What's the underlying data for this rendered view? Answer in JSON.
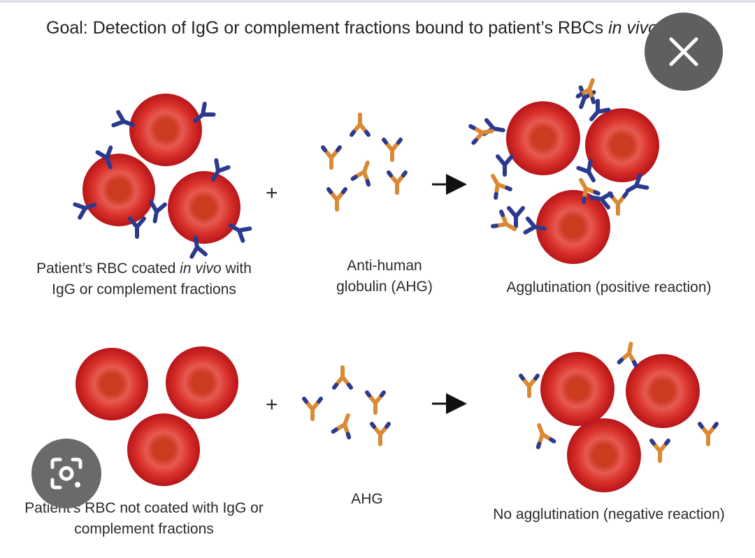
{
  "goal": {
    "prefix": "Goal: Detection of IgG or complement fractions bound to patient’s RBCs ",
    "italic": "in vivo"
  },
  "top_row": {
    "left_caption_line1_a": "Patient’s RBC coated ",
    "left_caption_line1_italic": "in vivo",
    "left_caption_line1_b": " with",
    "left_caption_line2": "IgG or complement fractions",
    "plus": "+",
    "middle_caption_line1": "Anti-human",
    "middle_caption_line2": "globulin (AHG)",
    "right_caption": "Agglutination (positive reaction)"
  },
  "bottom_row": {
    "left_caption_line1": "Patient’s RBC not coated with IgG or",
    "left_caption_line2": "complement fractions",
    "plus": "+",
    "middle_caption": "AHG",
    "right_caption": "No agglutination (negative reaction)"
  },
  "overlay": {
    "close_icon": "close-icon",
    "lens_icon": "image-search-icon"
  },
  "colors": {
    "rbc_outer": "#d8231f",
    "rbc_center": "#c43a1e",
    "igg": "#2b3a8f",
    "ahg": "#d98a35",
    "overlay_button": "#5f5f5f"
  }
}
